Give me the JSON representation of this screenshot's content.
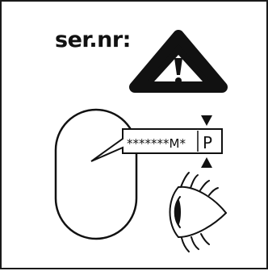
{
  "label": {
    "serial": "ser.nr:"
  },
  "code": {
    "masked": "*******M*",
    "position": "P"
  },
  "icons": [
    "warning-icon",
    "eye-icon",
    "pointer-arrow-icon"
  ],
  "colors": {
    "ink": "#111111",
    "background": "#ffffff"
  }
}
